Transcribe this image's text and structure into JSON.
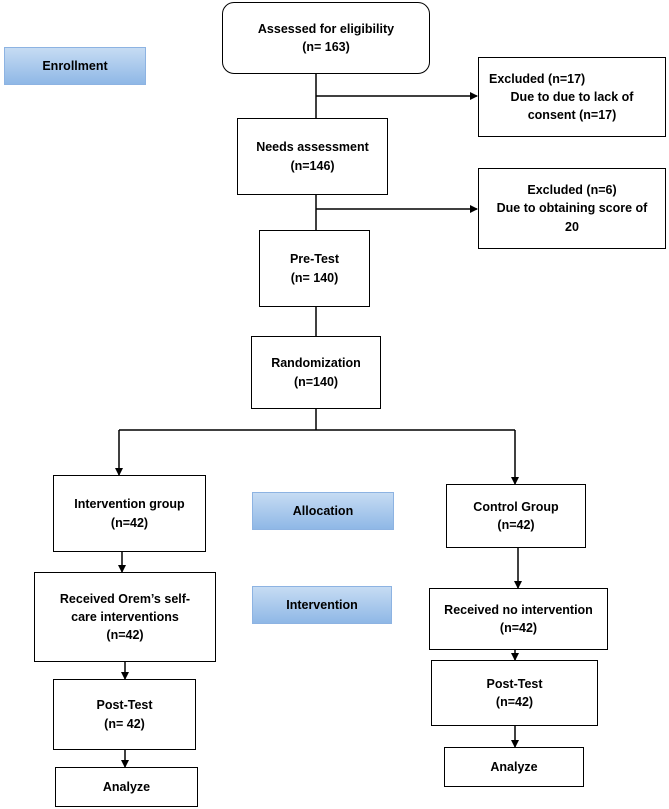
{
  "stages": {
    "enrollment": "Enrollment",
    "allocation": "Allocation",
    "intervention": "Intervention"
  },
  "boxes": {
    "assessed": [
      "Assessed for eligibility",
      "(n= 163)"
    ],
    "excluded1": [
      "Excluded (n=17)",
      "Due to due to lack of",
      "consent (n=17)"
    ],
    "needs": [
      "Needs assessment",
      "(n=146)"
    ],
    "excluded2": [
      "Excluded (n=6)",
      "Due to obtaining score of",
      "20"
    ],
    "pretest": [
      "Pre-Test",
      "(n= 140)"
    ],
    "random": [
      "Randomization",
      "(n=140)"
    ],
    "int_group": [
      "Intervention group",
      "(n=42)"
    ],
    "ctrl_group": [
      "Control Group",
      "(n=42)"
    ],
    "int_received": [
      "Received Orem’s self-",
      "care interventions",
      "(n=42)"
    ],
    "ctrl_received": [
      "Received no intervention",
      "(n=42)"
    ],
    "int_post": [
      "Post-Test",
      "(n= 42)"
    ],
    "ctrl_post": [
      "Post-Test",
      "(n=42)"
    ],
    "int_analyze": [
      "Analyze"
    ],
    "ctrl_analyze": [
      "Analyze"
    ]
  }
}
